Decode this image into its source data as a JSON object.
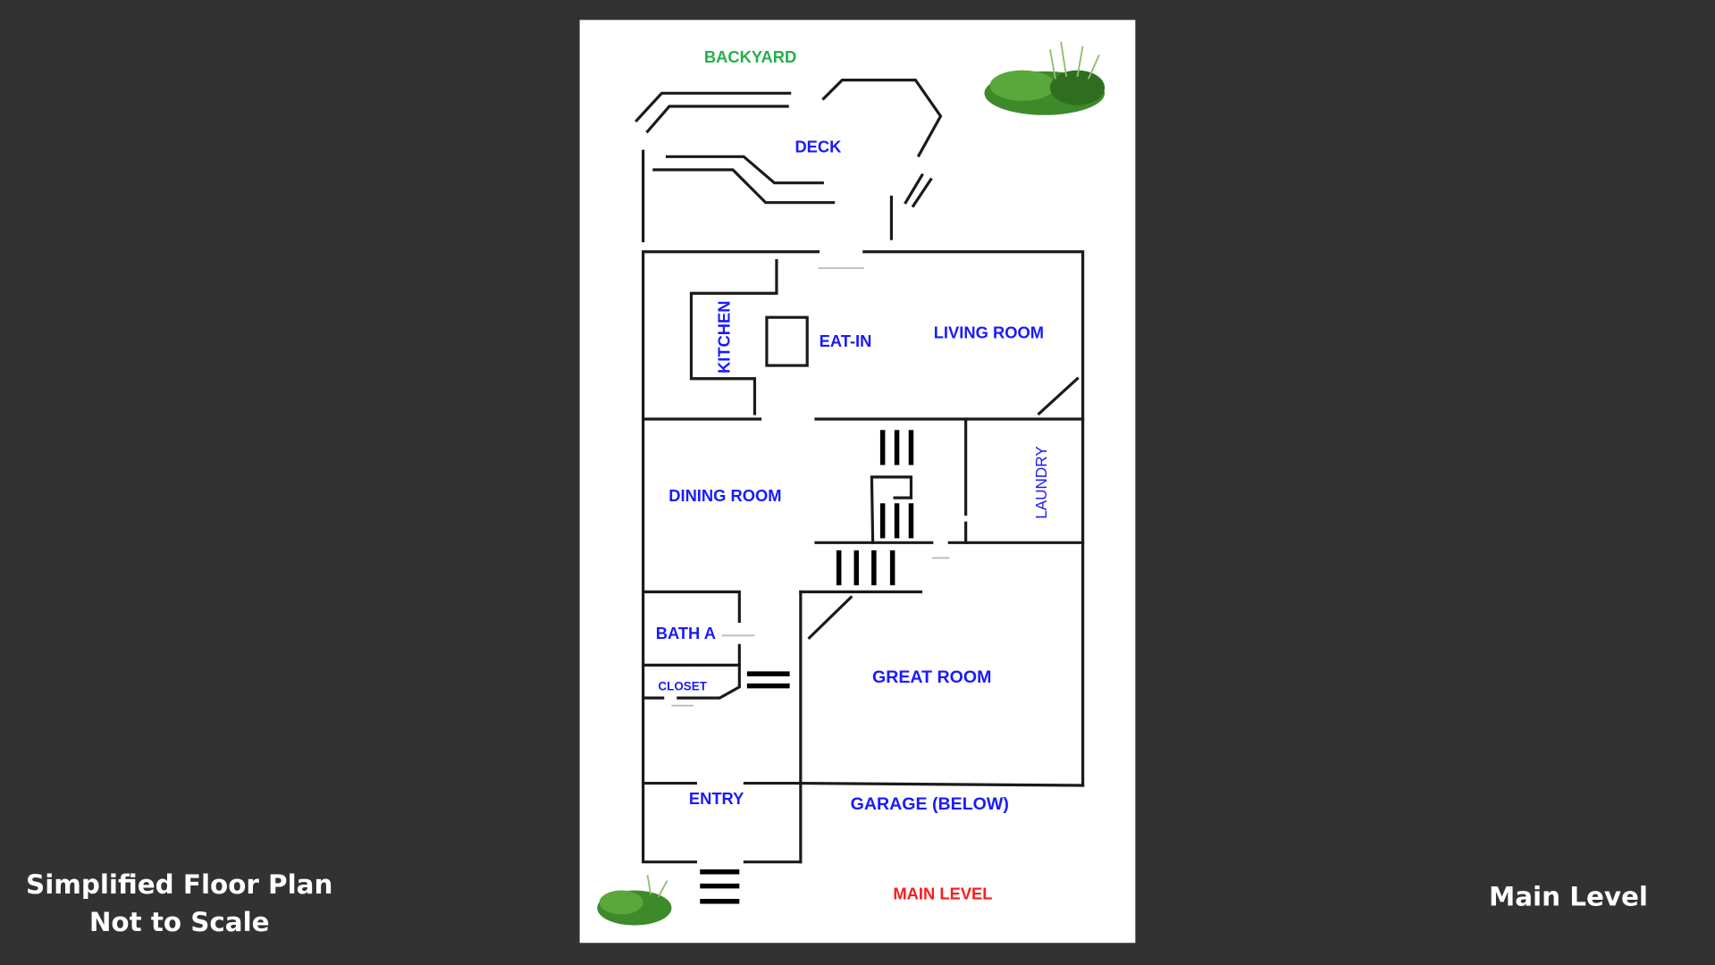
{
  "caption": {
    "line1": "Simplified Floor Plan",
    "line2": "Not to Scale"
  },
  "level_title": "Main Level",
  "plan": {
    "backyard": "BACKYARD",
    "deck": "DECK",
    "kitchen": "KITCHEN",
    "eat_in": "EAT-IN",
    "living_room": "LIVING ROOM",
    "dining_room": "DINING ROOM",
    "laundry": "LAUNDRY",
    "bath_a": "BATH A",
    "closet": "CLOSET",
    "great_room": "GREAT ROOM",
    "entry": "ENTRY",
    "garage": "GARAGE (BELOW)",
    "main_level": "MAIN LEVEL"
  },
  "colors": {
    "room_label": "#1a1aff",
    "backyard": "#22b14c",
    "main_level": "#ff1a1a",
    "background": "#323232"
  }
}
